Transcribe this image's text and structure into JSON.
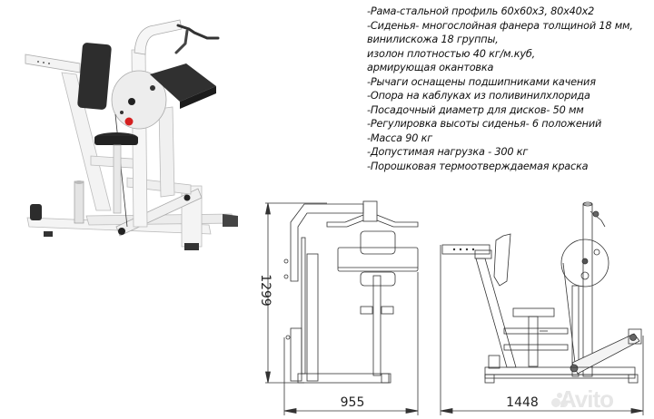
{
  "product": {
    "render_alt": "3D render of white plate-loaded rear deltoid / reverse fly machine with black upholstered seat, chest pad and arm pad"
  },
  "specs": {
    "lines": [
      "-Рама-стальной профиль 60х60х3, 80х40х2",
      "-Сиденья- многослойная фанера толщиной 18 мм,",
      "винилискожа 18 группы,",
      "изолон плотностью 40 кг/м.куб,",
      "армирующая окантовка",
      "-Рычаги оснащены подшипниками качения",
      "-Опора на каблуках из поливинилхлорида",
      "-Посадочный диаметр для дисков- 50 мм",
      "-Регулировка высоты сиденья- 6 положений",
      "-Масса 90 кг",
      "-Допустимая нагрузка - 300 кг",
      "-Порошковая термоотверждаемая краска"
    ]
  },
  "drawings": {
    "front": {
      "height_label": "1299",
      "width_label": "955"
    },
    "side": {
      "width_label": "1448"
    }
  },
  "watermark": {
    "text": "Avito"
  },
  "colors": {
    "frame": "#f2f2f2",
    "upholstery": "#2a2a2a",
    "knob": "#d42020",
    "line": "#333333"
  }
}
